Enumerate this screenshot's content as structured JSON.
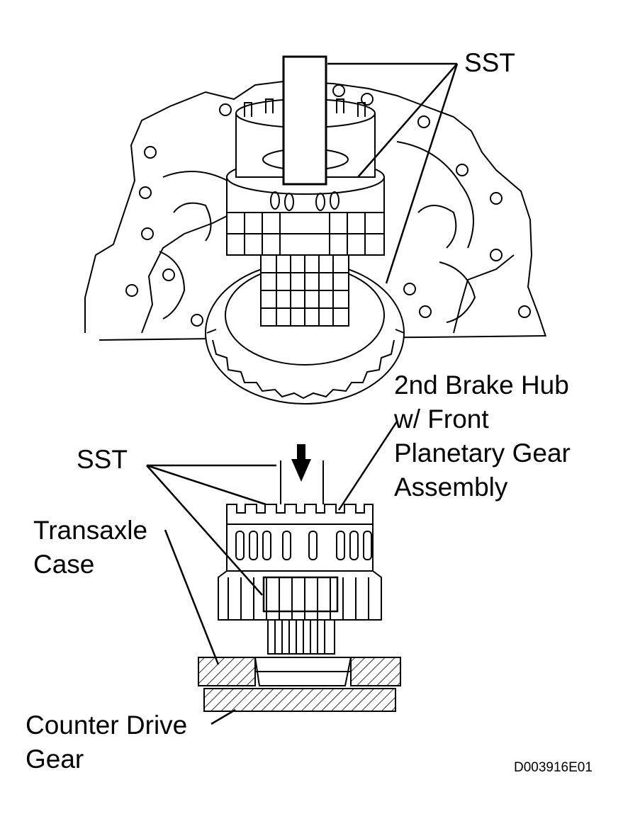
{
  "labels": {
    "sst_top": "SST",
    "sst_bottom": "SST",
    "brake_hub": [
      "2nd Brake Hub",
      "w/ Front",
      "Planetary Gear",
      "Assembly"
    ],
    "transaxle_case": [
      "Transaxle",
      "Case"
    ],
    "counter_drive_gear": [
      "Counter Drive",
      "Gear"
    ]
  },
  "figure_code": "D003916E01",
  "colors": {
    "ink": "#000000",
    "paper": "#ffffff"
  }
}
